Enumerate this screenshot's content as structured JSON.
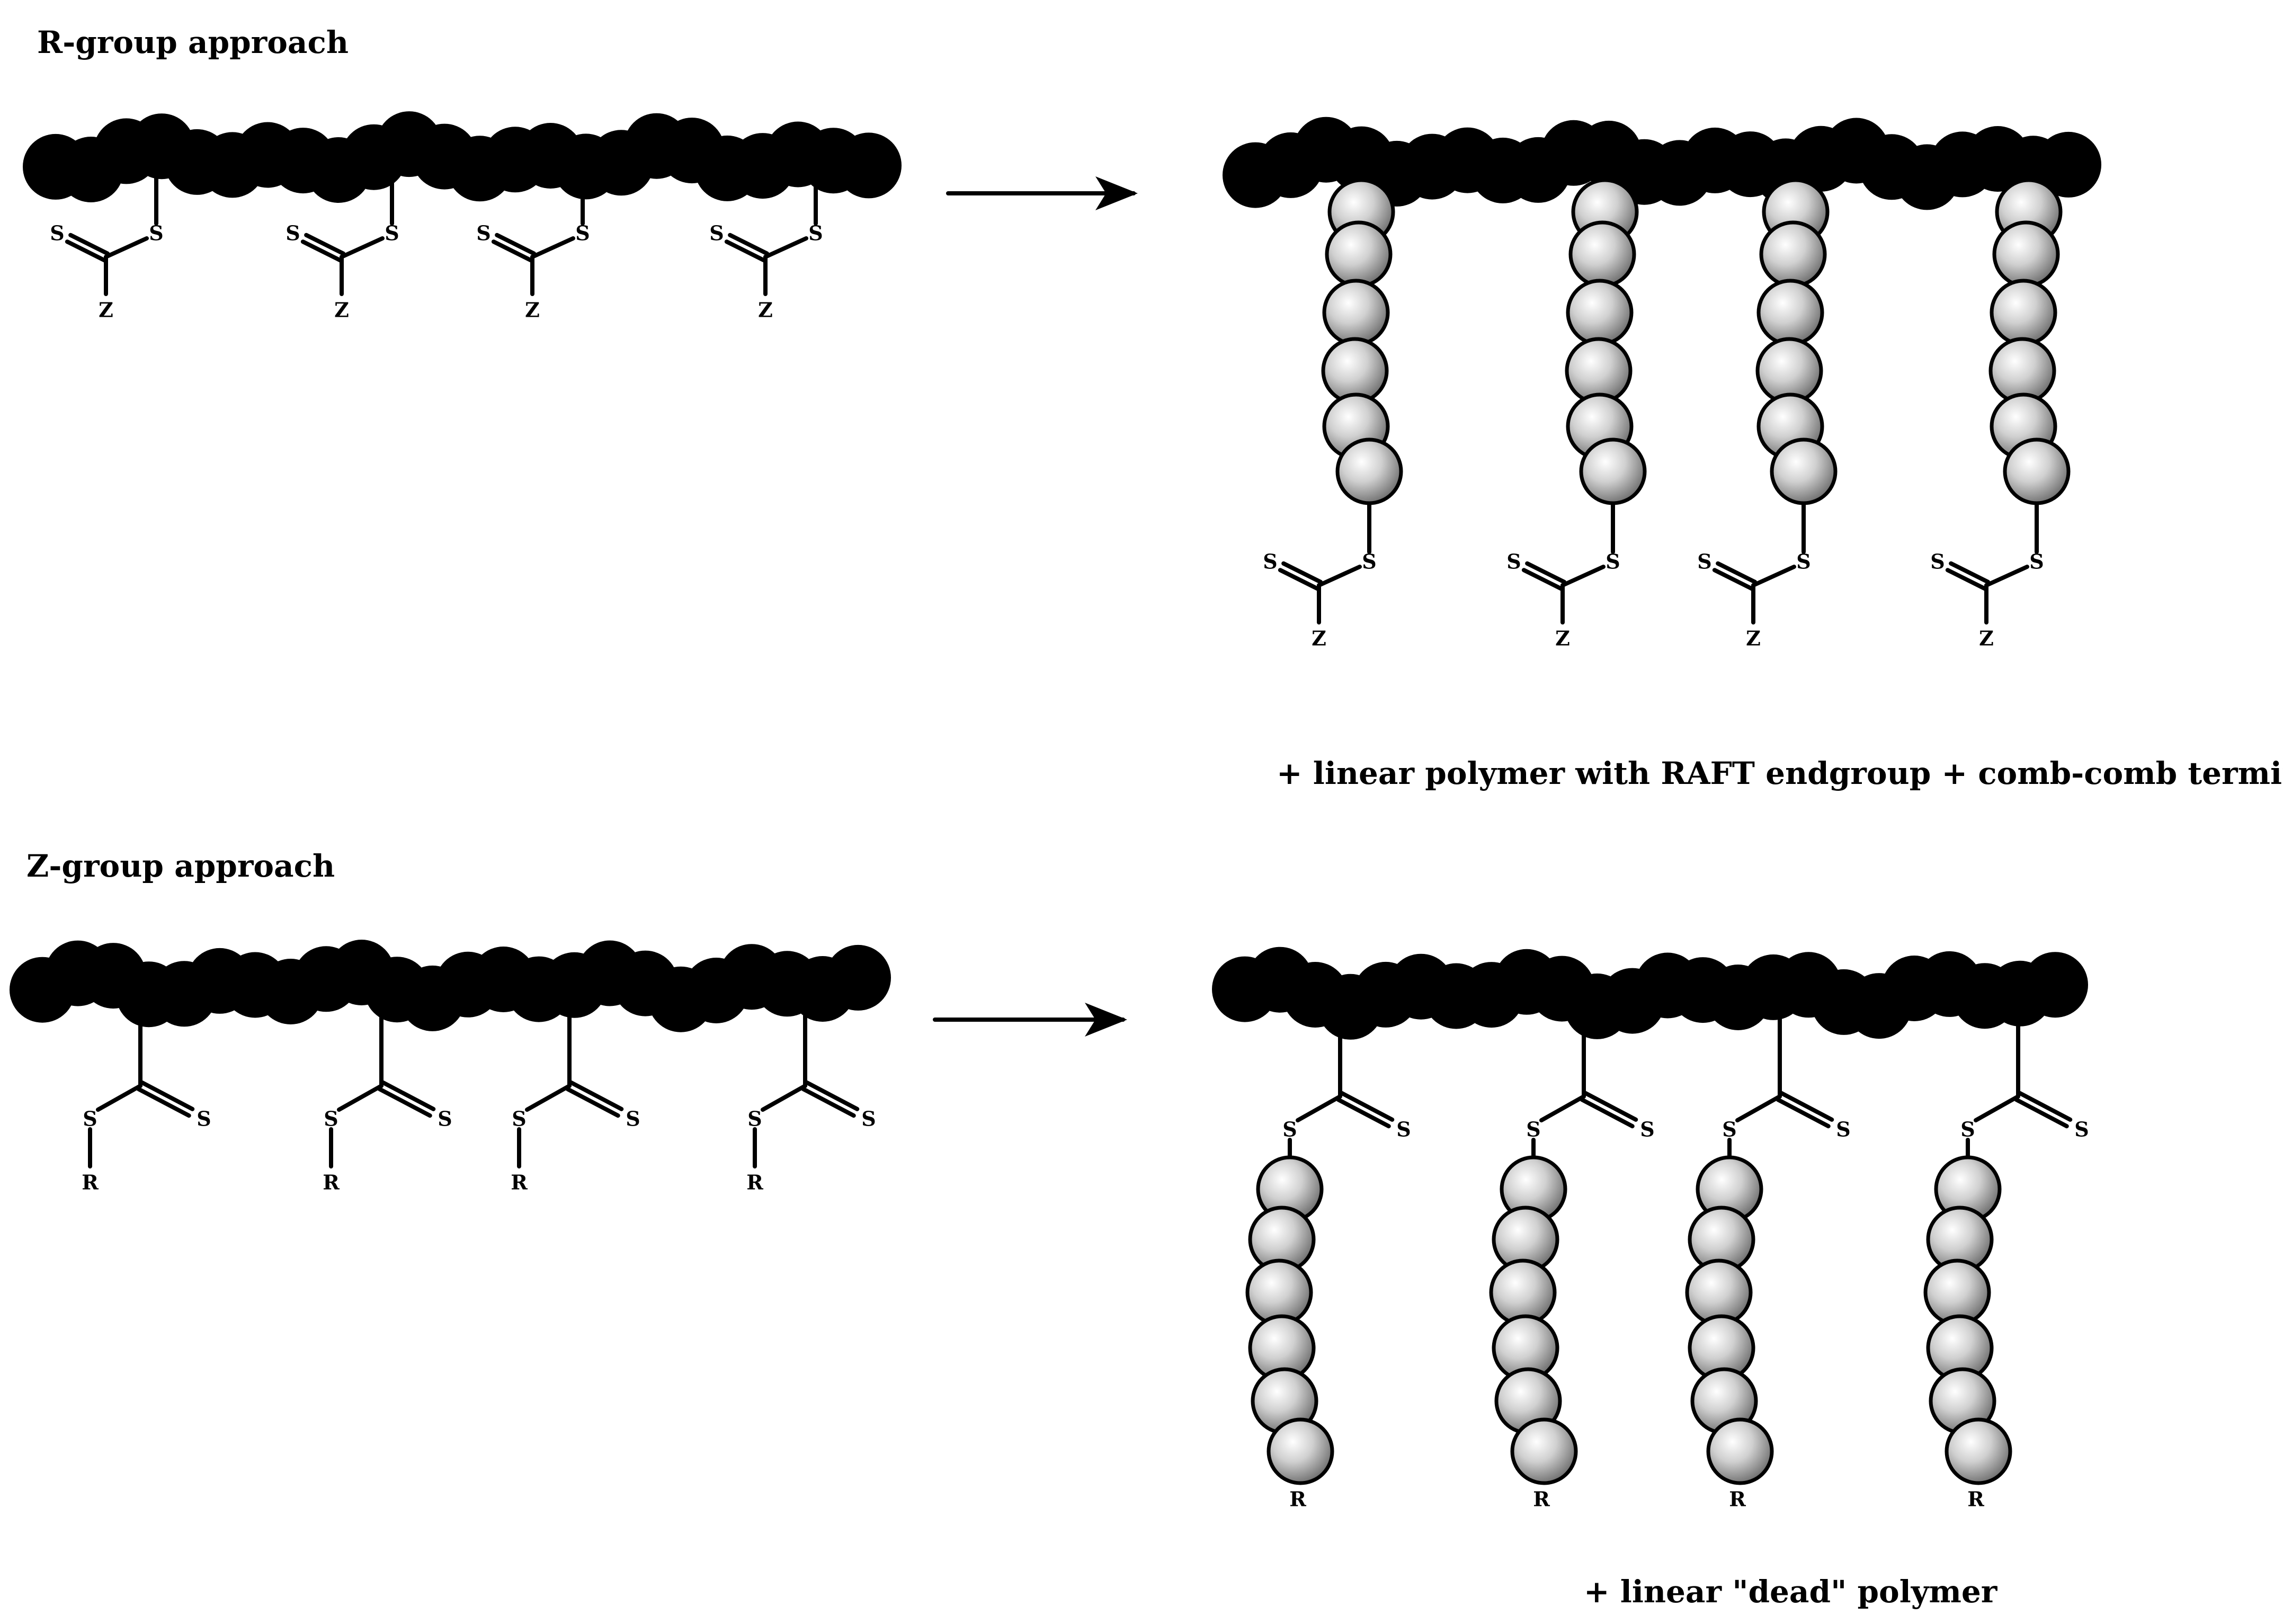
{
  "diagram": {
    "r_group": {
      "heading": "R-group approach",
      "product_caption": "+ linear polymer with RAFT endgroup + comb-comb termination"
    },
    "z_group": {
      "heading": "Z-group approach",
      "product_caption": "+ linear \"dead\" polymer"
    },
    "atom_labels": {
      "sulfur": "S",
      "z_group": "Z",
      "r_group": "R"
    }
  },
  "colors": {
    "backbone": "#000000",
    "graft_bead_light": "#ffffff",
    "graft_bead_mid": "#c8c8c8",
    "graft_bead_dark": "#6a6a6a",
    "ink": "#000000"
  }
}
